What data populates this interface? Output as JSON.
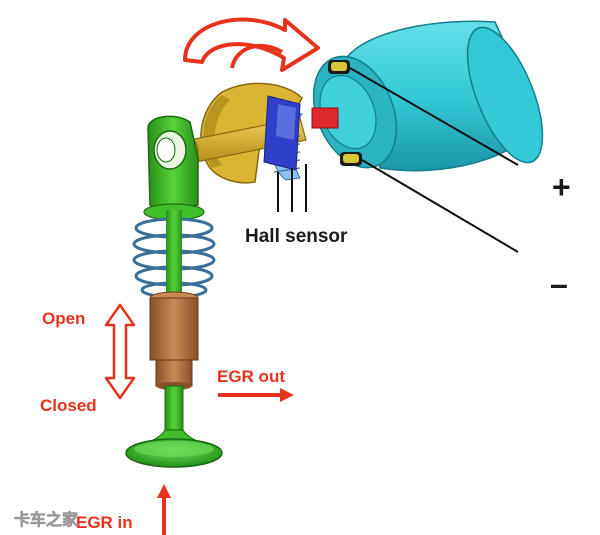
{
  "labels": {
    "hall_sensor": "Hall sensor",
    "plus": "+",
    "minus": "–",
    "open": "Open",
    "closed": "Closed",
    "egr_out": "EGR out",
    "egr_in": "EGR in",
    "watermark": "卡车之家"
  },
  "colors": {
    "motor_body": "#33c9d6",
    "motor_shade": "#1f9eb0",
    "gear_yellow": "#d9b533",
    "shaft_yellow": "#d2a82a",
    "lever_green": "#3fbf2a",
    "valve_green": "#2fae1f",
    "spring_blue": "#3a6f9a",
    "guide_brown": "#b07040",
    "magnet_blue": "#2f3fc8",
    "sensor_light_blue": "#7fb6e8",
    "arrow_red": "#e8331c",
    "label_red": "#e8331c",
    "label_dark": "#1b1b1b"
  },
  "icons": {
    "rotation": "curved-rotation-arrow-icon",
    "stroke": "double-headed-arrow-icon",
    "flow_out": "right-arrow-icon",
    "flow_in": "up-arrow-icon"
  }
}
